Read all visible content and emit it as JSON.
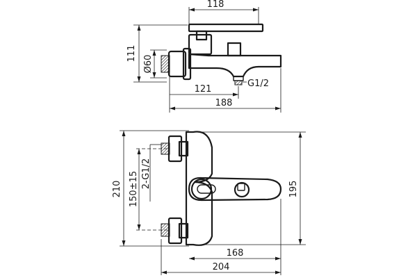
{
  "top_view": {
    "dim_width_top": "118",
    "dim_height": "111",
    "dim_diameter": "Ø60",
    "dim_thread": "G1/2",
    "dim_spout_depth": "121",
    "dim_total_depth": "188"
  },
  "front_view": {
    "dim_total_height": "210",
    "dim_center_distance": "150±15",
    "dim_inlet_thread": "2-G1/2",
    "dim_body_width": "168",
    "dim_overall_width": "204",
    "dim_body_height": "195"
  }
}
